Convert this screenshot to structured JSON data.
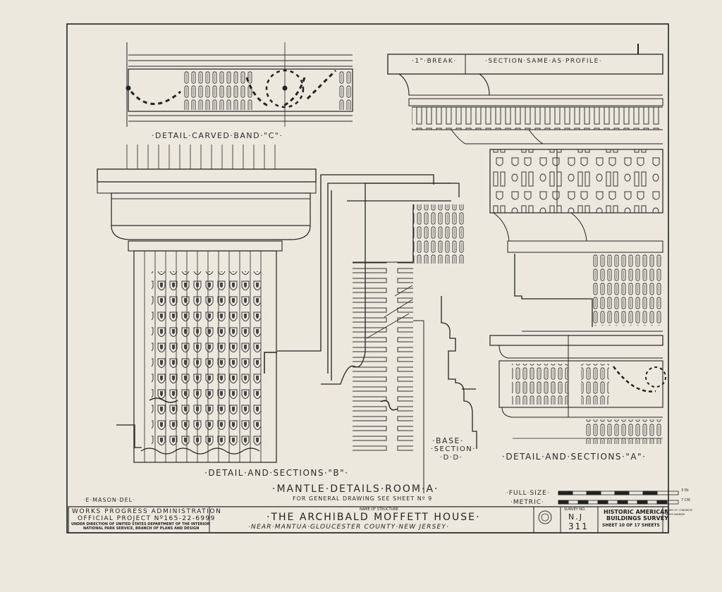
{
  "drawing": {
    "band_label": "·DETAIL·CARVED·BAND·\"C\"·",
    "section_b_label": "·DETAIL·AND·SECTIONS·\"B\"·",
    "section_a_label": "·DETAIL·AND·SECTIONS·\"A\"·",
    "break_label": "·1\"·BREAK·",
    "section_same_label": "·SECTION·SAME·AS·PROFILE·",
    "base_label_1": "·BASE·",
    "base_label_2": "·SECTION·",
    "base_label_3": "·D·D·",
    "main_title": "·MANTLE·DETAILS·ROOM·A·",
    "general_ref": "FOR GENERAL DRAWING SEE SHEET Nº 9",
    "drafter": "·E·MASON·DEL·",
    "scale_full": "·FULL·SIZE·",
    "scale_metric": "·METRIC·",
    "scale_in": "3 IN.",
    "scale_cm": "7 CM."
  },
  "title_block": {
    "agency_1": "WORKS PROGRESS ADMINISTRATION",
    "agency_2": "OFFICIAL PROJECT Nº165-22-6999",
    "agency_3": "UNDER DIRECTION OF UNITED STATES DEPARTMENT OF THE INTERIOR",
    "agency_4": "NATIONAL PARK SERVICE, BRANCH OF PLANS AND DESIGN",
    "structure_caption": "NAME OF STRUCTURE",
    "structure_name": "·THE ARCHIBALD MOFFETT HOUSE·",
    "location": "·NEAR·MANTUA·GLOUCESTER COUNTY·NEW JERSEY·",
    "survey_caption": "SURVEY NO.",
    "survey_state": "N.J",
    "survey_number": "311",
    "habs_1": "HISTORIC AMERICAN",
    "habs_2": "BUILDINGS SURVEY",
    "sheet_of": "SHEET 10 OF 17 SHEETS",
    "library_1": "LIBRARY OF CONGRESS",
    "library_2": "INDEX NUMBER"
  }
}
